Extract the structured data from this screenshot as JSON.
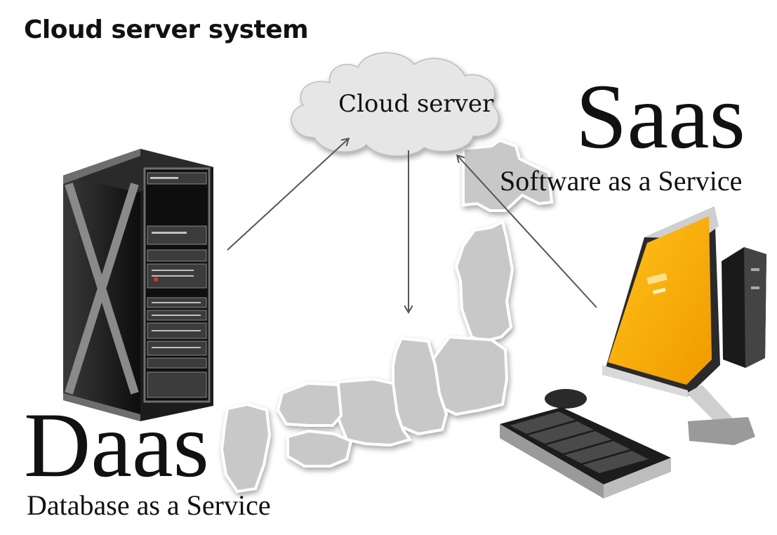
{
  "title": "Cloud server system",
  "cloud": {
    "label": "Cloud server"
  },
  "saas": {
    "abbr": "Saas",
    "full": "Software as a Service"
  },
  "daas": {
    "abbr": "Daas",
    "full": "Database as a Service"
  },
  "colors": {
    "map_fill": "#c8c8c8",
    "screen_orange": "#f5a800",
    "rack_dark": "#1a1a1a",
    "arrow": "#555555"
  }
}
